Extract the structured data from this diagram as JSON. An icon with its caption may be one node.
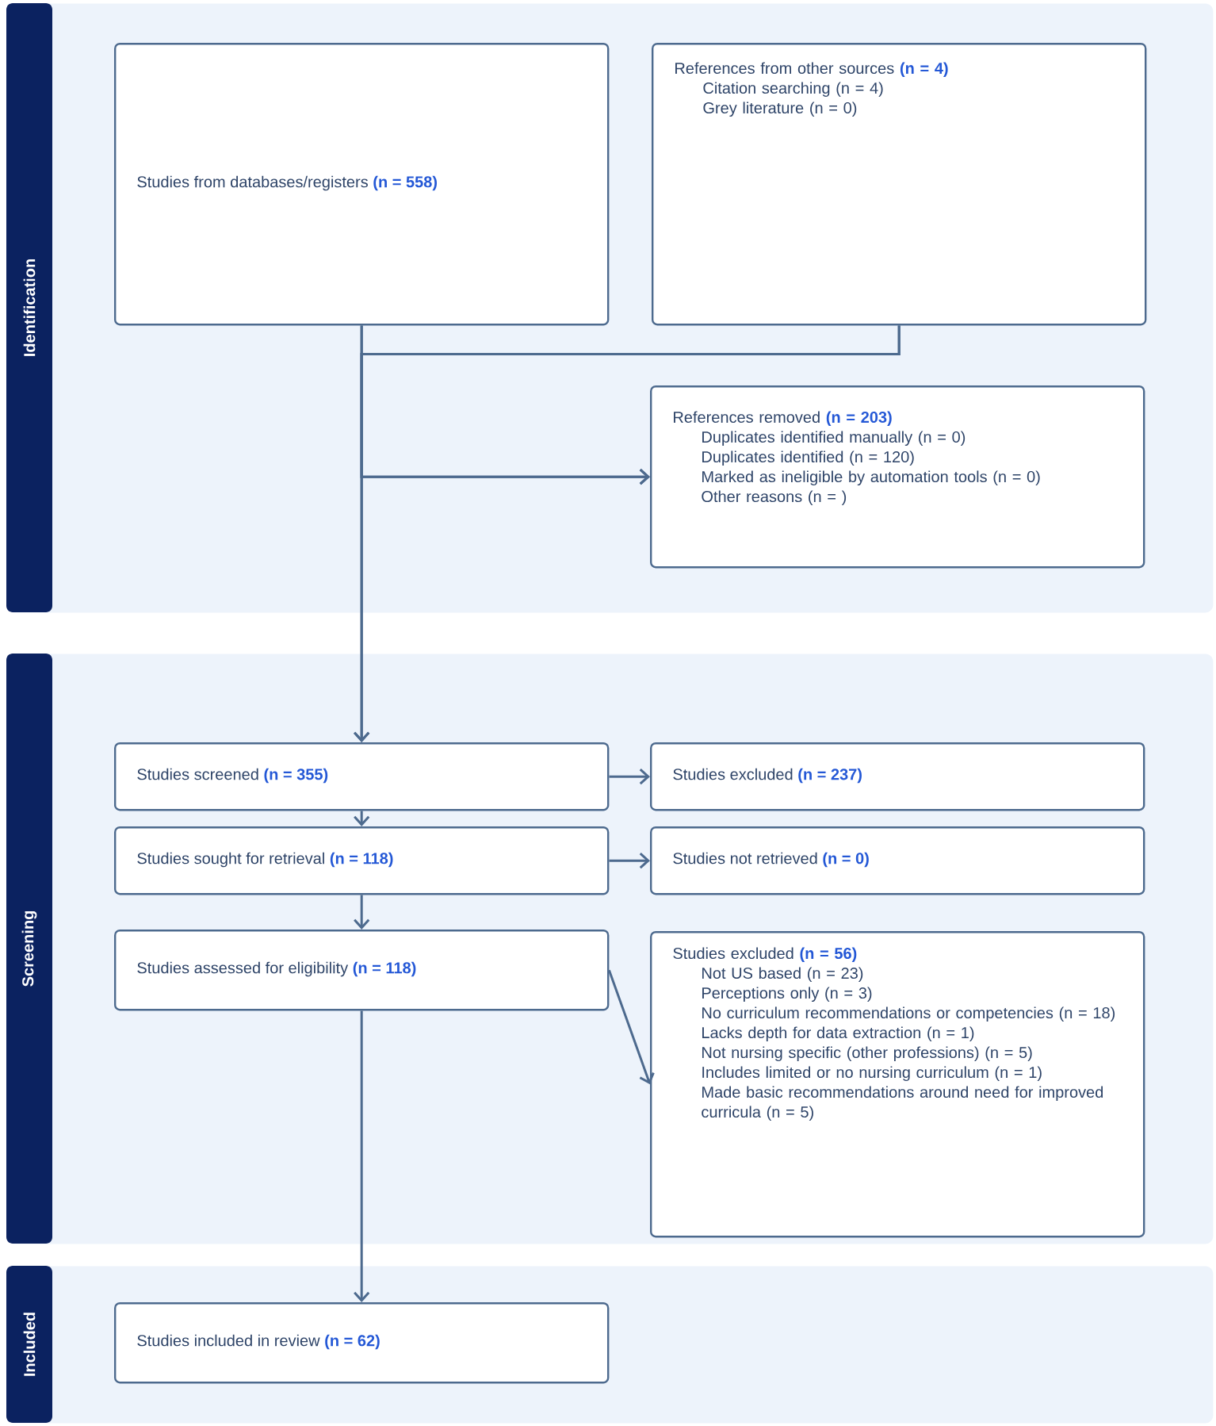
{
  "diagram": {
    "nodes": [
      {
        "text": [
          "Identification"
        ]
      },
      {
        "text": [
          "Studies from databases/registers **(n = 558)**"
        ],
        "in": 0
      },
      {
        "text": [
          "References from other sources **(n = 4)**",
          "Citation searching (n = 4)",
          "Grey literature (n = 0)"
        ],
        "in": 0
      },
      {
        "text": [
          "References removed **(n = 203)**",
          "Duplicates identified manually (n = 0)",
          "Duplicates identified (n = 120)",
          "Marked as ineligible by automation tools (n = 0)",
          "Other reasons (n = )"
        ],
        "in": 0
      },
      {
        "text": [
          "Screening"
        ]
      },
      {
        "text": [
          "Studies screened **(n = 355)**"
        ],
        "in": 4
      },
      {
        "text": [
          "Studies excluded **(n = 237)**"
        ],
        "in": 4
      },
      {
        "text": [
          "Studies sought for retrieval **(n = 118)**"
        ],
        "in": 4
      },
      {
        "text": [
          "Studies not retrieved **(n = 0)**"
        ],
        "in": 4
      },
      {
        "text": [
          "Studies assessed for eligibility **(n = 118)**"
        ],
        "in": 4
      },
      {
        "text": [
          "Studies excluded **(n = 56)**",
          "Not US based (n = 23)",
          "Perceptions only (n = 3)",
          "No curriculum recommendations or competencies (n = 18)",
          "Lacks depth for data extraction (n = 1)",
          "Not nursing specific (other professions) (n = 5)",
          "Includes limited or no nursing curriculum (n = 1)",
          "Made basic recommendations around need for improved curricula (n = 5)"
        ],
        "in": 4
      },
      {
        "text": [
          "Included"
        ]
      },
      {
        "text": [
          "Studies included in review **(n = 62)**"
        ],
        "in": 11
      }
    ],
    "edges": [
      {
        "from": 1,
        "to": 3,
        "arrow": "to"
      },
      {
        "from": 2,
        "to": 3,
        "arrow": "to"
      },
      {
        "from": 1,
        "to": 5,
        "arrow": "to"
      },
      {
        "from": 2,
        "to": 5,
        "arrow": "to"
      },
      {
        "from": 5,
        "to": 6,
        "arrow": "to"
      },
      {
        "from": 5,
        "to": 7,
        "arrow": "to"
      },
      {
        "from": 7,
        "to": 8,
        "arrow": "to"
      },
      {
        "from": 7,
        "to": 9,
        "arrow": "to"
      },
      {
        "from": 9,
        "to": 10,
        "arrow": "to"
      },
      {
        "from": 9,
        "to": 12,
        "arrow": "to"
      }
    ]
  }
}
